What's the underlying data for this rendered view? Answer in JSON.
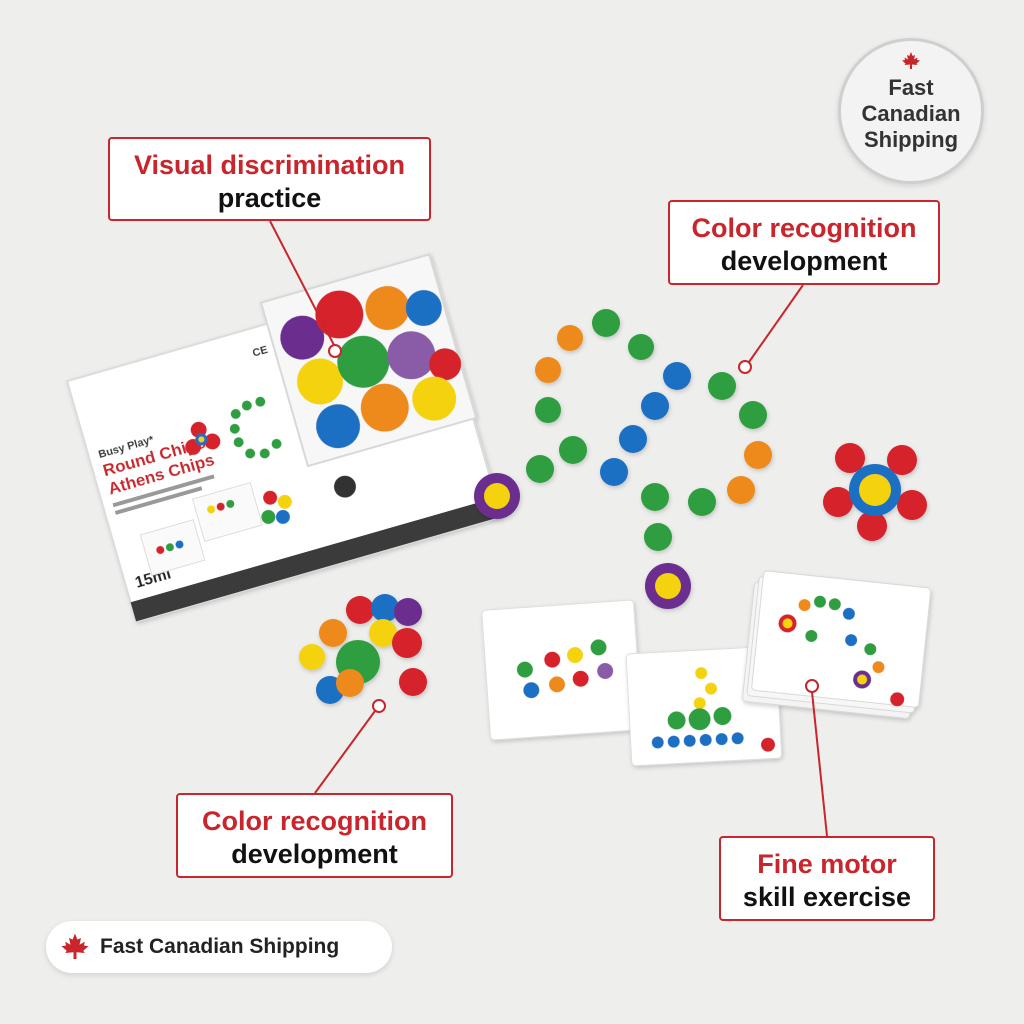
{
  "callouts": {
    "visual": {
      "line1": "Visual discrimination",
      "line2": "practice"
    },
    "color_top": {
      "line1": "Color recognition",
      "line2": "development"
    },
    "color_bottom": {
      "line1": "Color recognition",
      "line2": "development"
    },
    "fine_motor": {
      "line1": "Fine motor",
      "line2": "skill exercise"
    }
  },
  "badge": {
    "circle_text": "Fast Canadian Shipping",
    "pill_text": "Fast Canadian Shipping",
    "icon": "maple-leaf-icon"
  },
  "box": {
    "brand": "Busy Play*",
    "title_line1": "Round Chips",
    "title_line2": "Athens Chips",
    "size": "15ml",
    "mark": "CE"
  },
  "colors": {
    "accent": "#c8262c",
    "chip_green": "#2f9e3f",
    "chip_orange": "#ee8a1c",
    "chip_blue": "#1e6fc4",
    "chip_red": "#d6202a",
    "chip_yellow": "#f4d20e",
    "chip_purple": "#6c2f8e"
  }
}
